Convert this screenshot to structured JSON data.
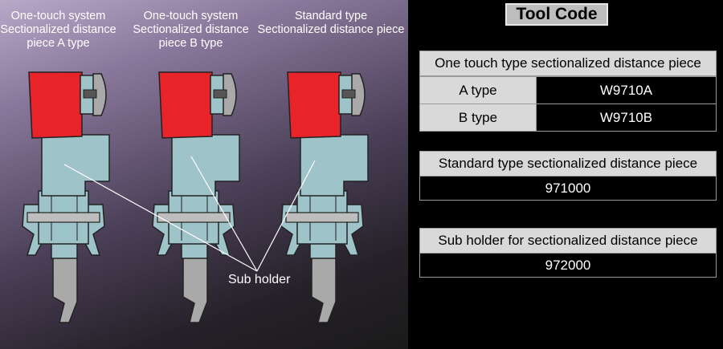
{
  "captions": {
    "a": [
      "One-touch system",
      "Sectionalized distance",
      "piece A type"
    ],
    "b": [
      "One-touch system",
      "Sectionalized distance",
      "piece B type"
    ],
    "standard": [
      "Standard type",
      "Sectionalized distance piece"
    ]
  },
  "sub_holder_label": "Sub holder",
  "tool_code_title": "Tool Code",
  "one_touch": {
    "title": "One touch type sectionalized distance piece",
    "rows": [
      {
        "label": "A type",
        "code": "W9710A"
      },
      {
        "label": "B type",
        "code": "W9710B"
      }
    ]
  },
  "standard": {
    "title": "Standard type sectionalized distance piece",
    "code": "971000"
  },
  "sub_holder": {
    "title": "Sub holder for sectionalized distance piece",
    "code": "972000"
  },
  "colors": {
    "red_block": "#e8232a",
    "holder": "#9ec3c9",
    "roller": "#a9a9a9"
  },
  "icons": [
    "piece-a-illustration",
    "piece-b-illustration",
    "piece-standard-illustration"
  ]
}
